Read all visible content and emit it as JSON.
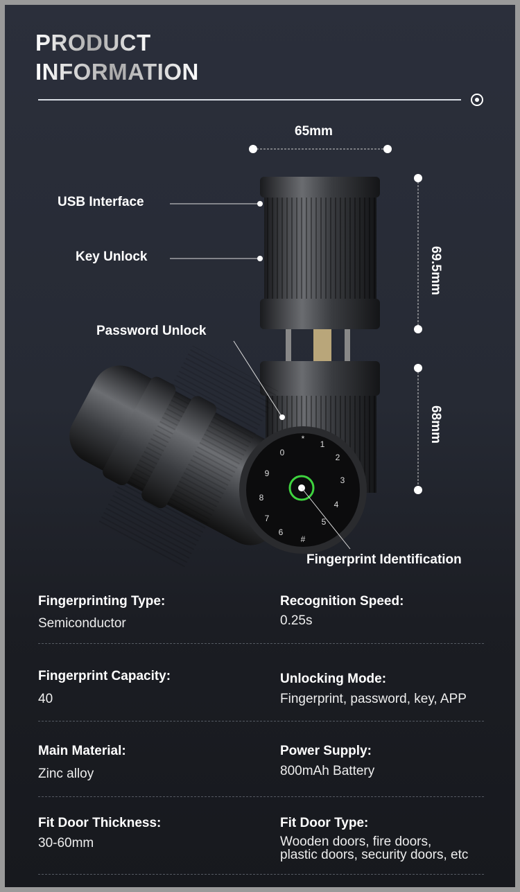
{
  "header": {
    "title_line1": "PRODUCT",
    "title_line2": "INFORMATION"
  },
  "dimensions": {
    "width": "65mm",
    "upper_height": "69.5mm",
    "lower_height": "68mm"
  },
  "callouts": {
    "usb": "USB Interface",
    "key": "Key Unlock",
    "password": "Password Unlock",
    "fingerprint": "Fingerprint Identification"
  },
  "keypad": [
    "*",
    "1",
    "2",
    "3",
    "4",
    "5",
    "#",
    "6",
    "7",
    "8",
    "9",
    "0"
  ],
  "accent_color": "#3fd43f",
  "specs": [
    {
      "label": "Fingerprinting Type:",
      "value": "Semiconductor"
    },
    {
      "label": "Recognition Speed:",
      "value": "0.25s"
    },
    {
      "label": "Fingerprint Capacity:",
      "value": "40"
    },
    {
      "label": "Unlocking Mode:",
      "value": "Fingerprint, password, key, APP"
    },
    {
      "label": "Main Material:",
      "value": "Zinc alloy"
    },
    {
      "label": "Power Supply:",
      "value": "800mAh Battery"
    },
    {
      "label": "Fit Door Thickness:",
      "value": "30-60mm"
    },
    {
      "label": "Fit Door Type:",
      "value": "Wooden doors, fire doors,",
      "value2": "plastic doors, security doors, etc"
    }
  ]
}
